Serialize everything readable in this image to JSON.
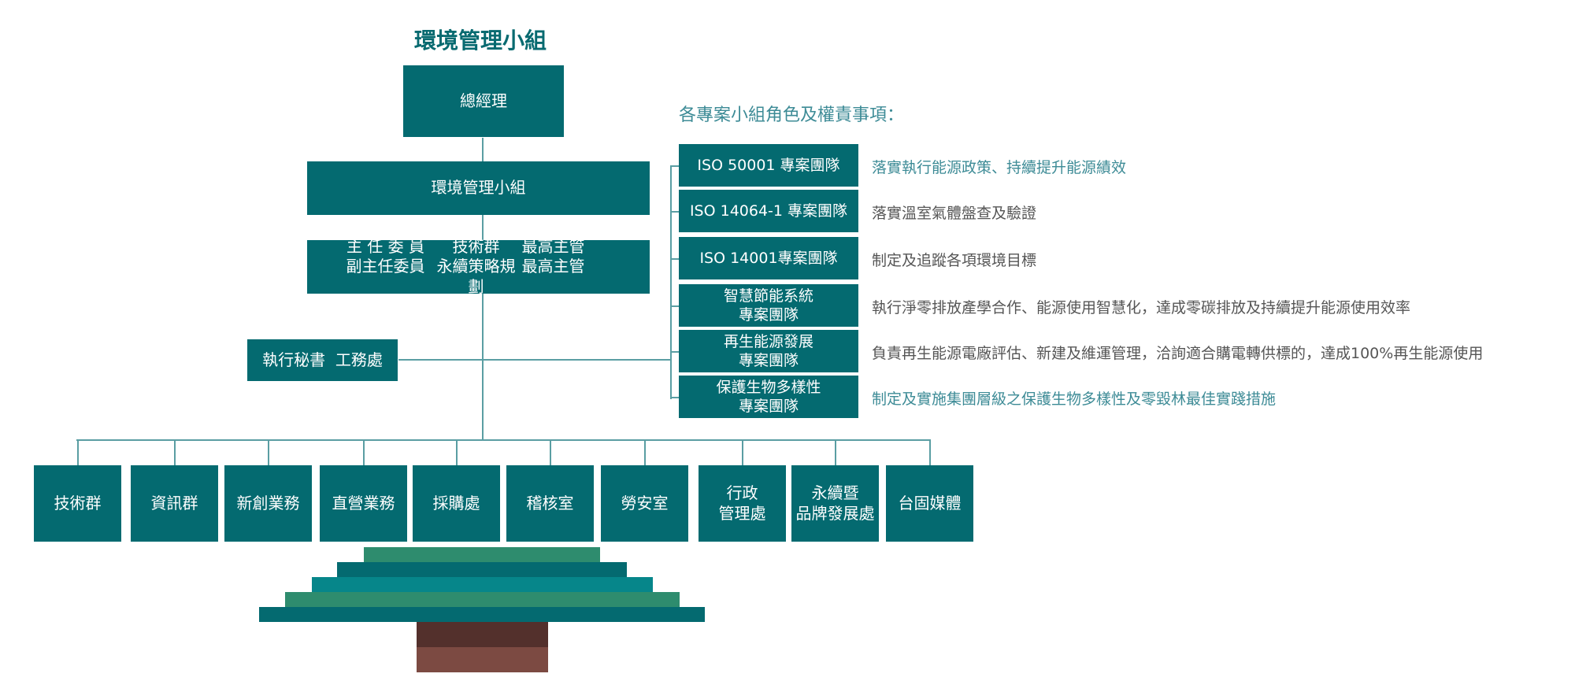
{
  "title": "環境管理小組",
  "chart": {
    "gm": "總經理",
    "committee": "環境管理小組",
    "roles": [
      {
        "title": "主 任 委 員",
        "unit": "技術群",
        "head": "最高主管"
      },
      {
        "title": "副主任委員",
        "unit": "永續策略規劃",
        "head": "最高主管"
      }
    ],
    "secretary": "執行秘書  工務處",
    "departments": [
      {
        "line1": "技術群",
        "line2": ""
      },
      {
        "line1": "資訊群",
        "line2": ""
      },
      {
        "line1": "新創業務",
        "line2": ""
      },
      {
        "line1": "直營業務",
        "line2": ""
      },
      {
        "line1": "採購處",
        "line2": ""
      },
      {
        "line1": "稽核室",
        "line2": ""
      },
      {
        "line1": "勞安室",
        "line2": ""
      },
      {
        "line1": "行政",
        "line2": "管理處"
      },
      {
        "line1": "永續暨",
        "line2": "品牌發展處"
      },
      {
        "line1": "台固媒體",
        "line2": ""
      }
    ]
  },
  "teams_heading": "各專案小組角色及權責事項：",
  "teams": [
    {
      "name1": "ISO 50001 專案團隊",
      "name2": "",
      "desc": "落實執行能源政策、持續提升能源績效",
      "accent": true
    },
    {
      "name1": "ISO 14064-1 專案團隊",
      "name2": "",
      "desc": "落實溫室氣體盤查及驗證",
      "accent": false
    },
    {
      "name1": "ISO 14001專案團隊",
      "name2": "",
      "desc": "制定及追蹤各項環境目標",
      "accent": false
    },
    {
      "name1": "智慧節能系統",
      "name2": "專案團隊",
      "desc": "執行淨零排放產學合作、能源使用智慧化，達成零碳排放及持續提升能源使用效率",
      "accent": false
    },
    {
      "name1": "再生能源發展",
      "name2": "專案團隊",
      "desc": "負責再生能源電廠評估、新建及維運管理，洽詢適合購電轉供標的，達成100%再生能源使用",
      "accent": false
    },
    {
      "name1": "保護生物多樣性",
      "name2": "專案團隊",
      "desc": "制定及實施集團層級之保護生物多樣性及零毀林最佳實踐措施",
      "accent": true
    }
  ],
  "colors": {
    "box": "#046a70",
    "accent_text": "#3d8b96",
    "body_text": "#555555",
    "connector": "#5a9ea3",
    "stack_light": "#2e8c6e",
    "stack_dark": "#046a70",
    "stack_mid": "#06868a",
    "trunk_top": "#53302c",
    "trunk_bottom": "#7c4a42"
  }
}
